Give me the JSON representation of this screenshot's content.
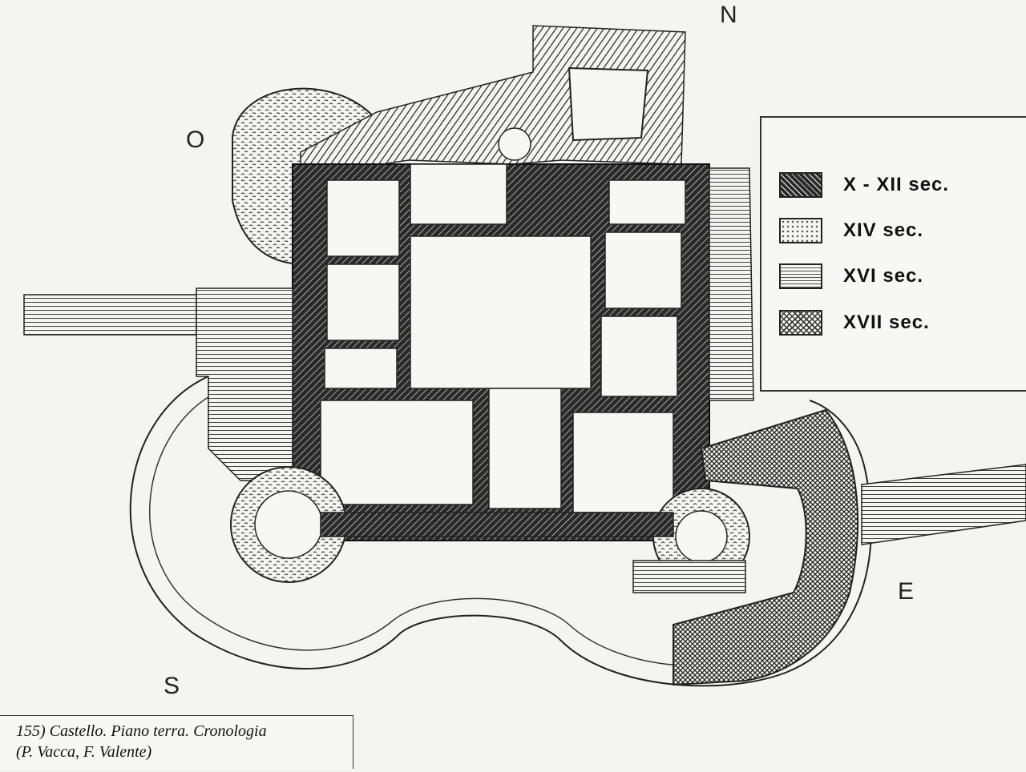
{
  "compass": {
    "north": "N",
    "west": "O",
    "east": "E",
    "south": "S"
  },
  "legend": {
    "items": [
      {
        "label": "X - XII sec.",
        "pattern": "hatch-dense"
      },
      {
        "label": "XIV sec.",
        "pattern": "stipple"
      },
      {
        "label": "XVI sec.",
        "pattern": "lines"
      },
      {
        "label": "XVII sec.",
        "pattern": "crosshatch"
      }
    ]
  },
  "caption": {
    "line1": "155) Castello. Piano terra. Cronologia",
    "line2": "(P. Vacca, F. Valente)"
  },
  "colors": {
    "ink": "#1a1a1a",
    "paper": "#f4f4f2"
  }
}
